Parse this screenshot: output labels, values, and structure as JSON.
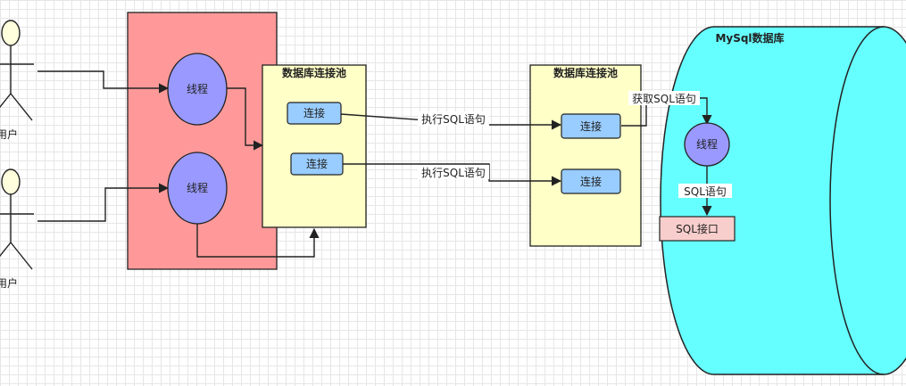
{
  "colors": {
    "server_fill": "#ff9999",
    "pool_fill": "#ffffc8",
    "conn_fill": "#99ccff",
    "thread_fill": "#9999ff",
    "db_fill": "#66ffff",
    "sql_iface_fill": "#f8cecc",
    "actor_fill": "#ffffdd"
  },
  "icons": {
    "actor": "stick-figure-icon",
    "database": "cylinder-icon"
  },
  "actors": [
    {
      "label": "用户"
    },
    {
      "label": "用户"
    }
  ],
  "server": {
    "threads": [
      {
        "label": "线程"
      },
      {
        "label": "线程"
      }
    ]
  },
  "left_pool": {
    "title": "数据库连接池",
    "connections": [
      {
        "label": "连接"
      },
      {
        "label": "连接"
      }
    ]
  },
  "right_pool": {
    "title": "数据库连接池",
    "connections": [
      {
        "label": "连接"
      },
      {
        "label": "连接"
      }
    ]
  },
  "edge_labels": {
    "exec_sql_1": "执行SQL语句",
    "exec_sql_2": "执行SQL语句",
    "fetch_sql": "获取SQL语句",
    "sql_stmt": "SQL语句"
  },
  "database": {
    "title": "MySql数据库",
    "thread": "线程",
    "sql_interface": "SQL接口"
  }
}
